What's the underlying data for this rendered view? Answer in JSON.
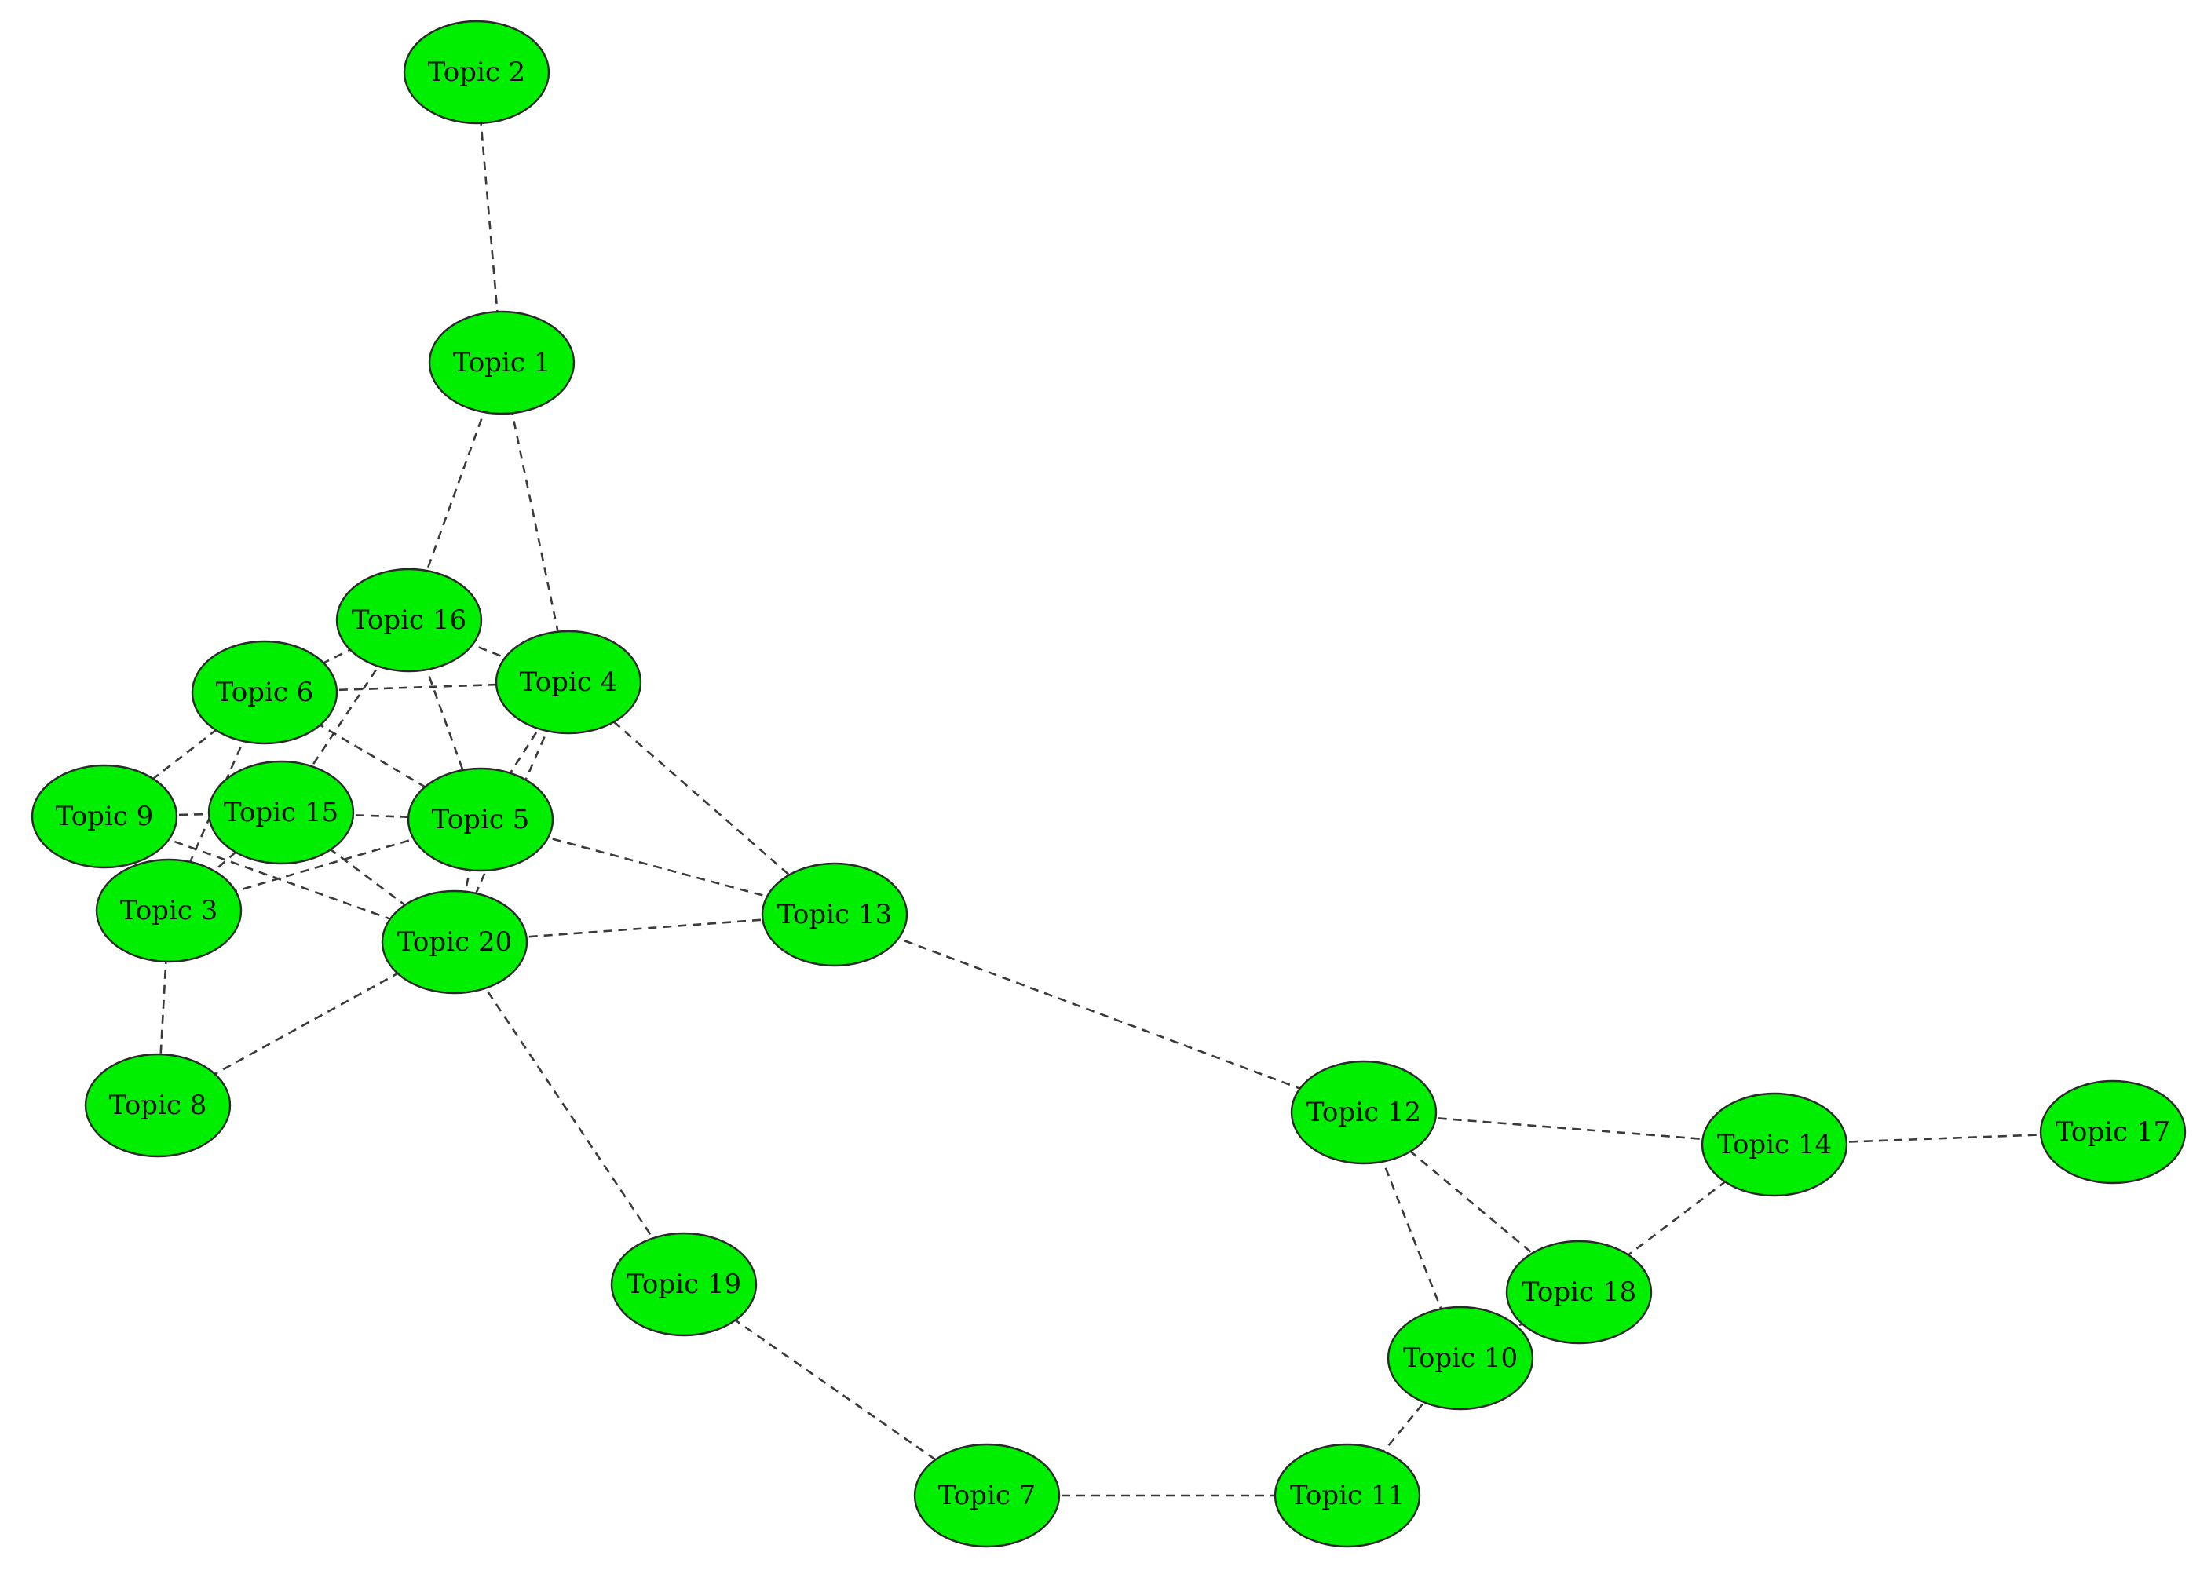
{
  "graph": {
    "node_color": "#00ee00",
    "edge_style": "dashed",
    "nodes": [
      {
        "id": "t1",
        "label": "Topic 1"
      },
      {
        "id": "t2",
        "label": "Topic 2"
      },
      {
        "id": "t3",
        "label": "Topic 3"
      },
      {
        "id": "t4",
        "label": "Topic 4"
      },
      {
        "id": "t5",
        "label": "Topic 5"
      },
      {
        "id": "t6",
        "label": "Topic 6"
      },
      {
        "id": "t7",
        "label": "Topic 7"
      },
      {
        "id": "t8",
        "label": "Topic 8"
      },
      {
        "id": "t9",
        "label": "Topic 9"
      },
      {
        "id": "t10",
        "label": "Topic 10"
      },
      {
        "id": "t11",
        "label": "Topic 11"
      },
      {
        "id": "t12",
        "label": "Topic 12"
      },
      {
        "id": "t13",
        "label": "Topic 13"
      },
      {
        "id": "t14",
        "label": "Topic 14"
      },
      {
        "id": "t15",
        "label": "Topic 15"
      },
      {
        "id": "t16",
        "label": "Topic 16"
      },
      {
        "id": "t17",
        "label": "Topic 17"
      },
      {
        "id": "t18",
        "label": "Topic 18"
      },
      {
        "id": "t19",
        "label": "Topic 19"
      },
      {
        "id": "t20",
        "label": "Topic 20"
      }
    ],
    "edges": [
      [
        "t2",
        "t1"
      ],
      [
        "t1",
        "t16"
      ],
      [
        "t1",
        "t4"
      ],
      [
        "t16",
        "t6"
      ],
      [
        "t16",
        "t4"
      ],
      [
        "t16",
        "t5"
      ],
      [
        "t16",
        "t15"
      ],
      [
        "t6",
        "t4"
      ],
      [
        "t6",
        "t5"
      ],
      [
        "t6",
        "t9"
      ],
      [
        "t6",
        "t3"
      ],
      [
        "t4",
        "t5"
      ],
      [
        "t4",
        "t20"
      ],
      [
        "t4",
        "t13"
      ],
      [
        "t9",
        "t15"
      ],
      [
        "t9",
        "t3"
      ],
      [
        "t9",
        "t20"
      ],
      [
        "t15",
        "t5"
      ],
      [
        "t15",
        "t3"
      ],
      [
        "t15",
        "t20"
      ],
      [
        "t5",
        "t3"
      ],
      [
        "t5",
        "t20"
      ],
      [
        "t5",
        "t13"
      ],
      [
        "t3",
        "t8"
      ],
      [
        "t8",
        "t20"
      ],
      [
        "t20",
        "t13"
      ],
      [
        "t20",
        "t19"
      ],
      [
        "t13",
        "t12"
      ],
      [
        "t12",
        "t14"
      ],
      [
        "t12",
        "t18"
      ],
      [
        "t12",
        "t10"
      ],
      [
        "t14",
        "t17"
      ],
      [
        "t14",
        "t18"
      ],
      [
        "t18",
        "t10"
      ],
      [
        "t10",
        "t11"
      ],
      [
        "t19",
        "t7"
      ],
      [
        "t7",
        "t11"
      ]
    ]
  }
}
